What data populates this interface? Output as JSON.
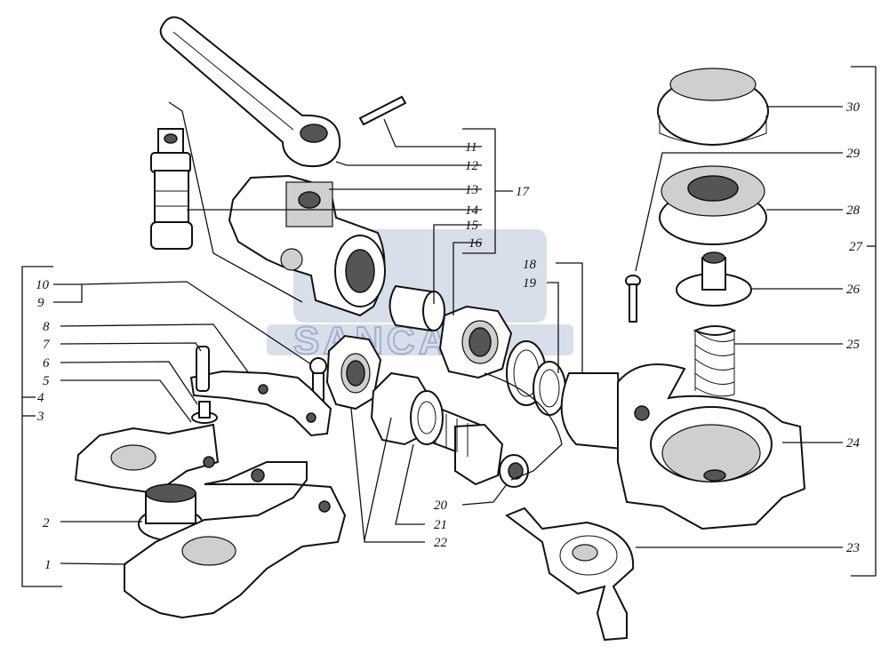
{
  "labels": {
    "l1": "1",
    "l2": "2",
    "l3": "3",
    "l4": "4",
    "l5": "5",
    "l6": "6",
    "l7": "7",
    "l8": "8",
    "l9": "9",
    "l10": "10",
    "l11": "11",
    "l12": "12",
    "l13": "13",
    "l14": "14",
    "l15": "15",
    "l16": "16",
    "l17": "17",
    "l18": "18",
    "l19": "19",
    "l20": "20",
    "l21": "21",
    "l22": "22",
    "l23": "23",
    "l24": "24",
    "l25": "25",
    "l26": "26",
    "l27": "27",
    "l28": "28",
    "l29": "29",
    "l30": "30"
  },
  "watermark": {
    "text": "SANCAL"
  }
}
